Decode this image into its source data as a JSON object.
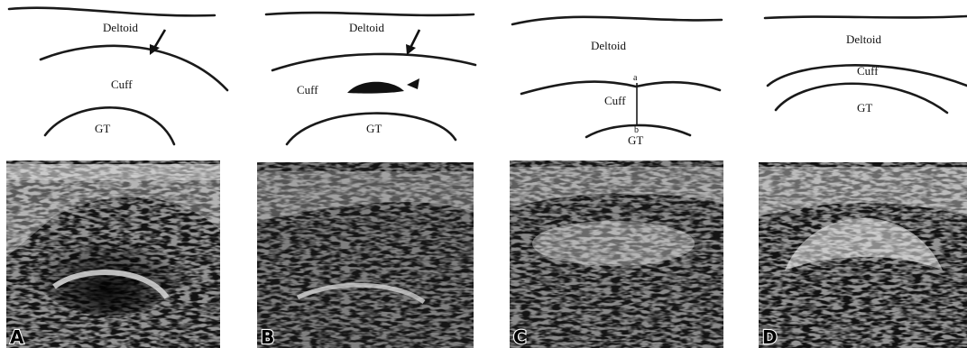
{
  "panels": [
    {
      "letter": "A",
      "labels": {
        "deltoid": "Deltoid",
        "cuff": "Cuff",
        "gt": "GT"
      }
    },
    {
      "letter": "B",
      "labels": {
        "deltoid": "Deltoid",
        "cuff": "Cuff",
        "gt": "GT"
      }
    },
    {
      "letter": "C",
      "labels": {
        "deltoid": "Deltoid",
        "cuff": "Cuff",
        "gt": "GT",
        "point_a": "a",
        "point_b": "b"
      }
    },
    {
      "letter": "D",
      "labels": {
        "deltoid": "Deltoid",
        "cuff": "Cuff",
        "gt": "GT"
      }
    }
  ]
}
